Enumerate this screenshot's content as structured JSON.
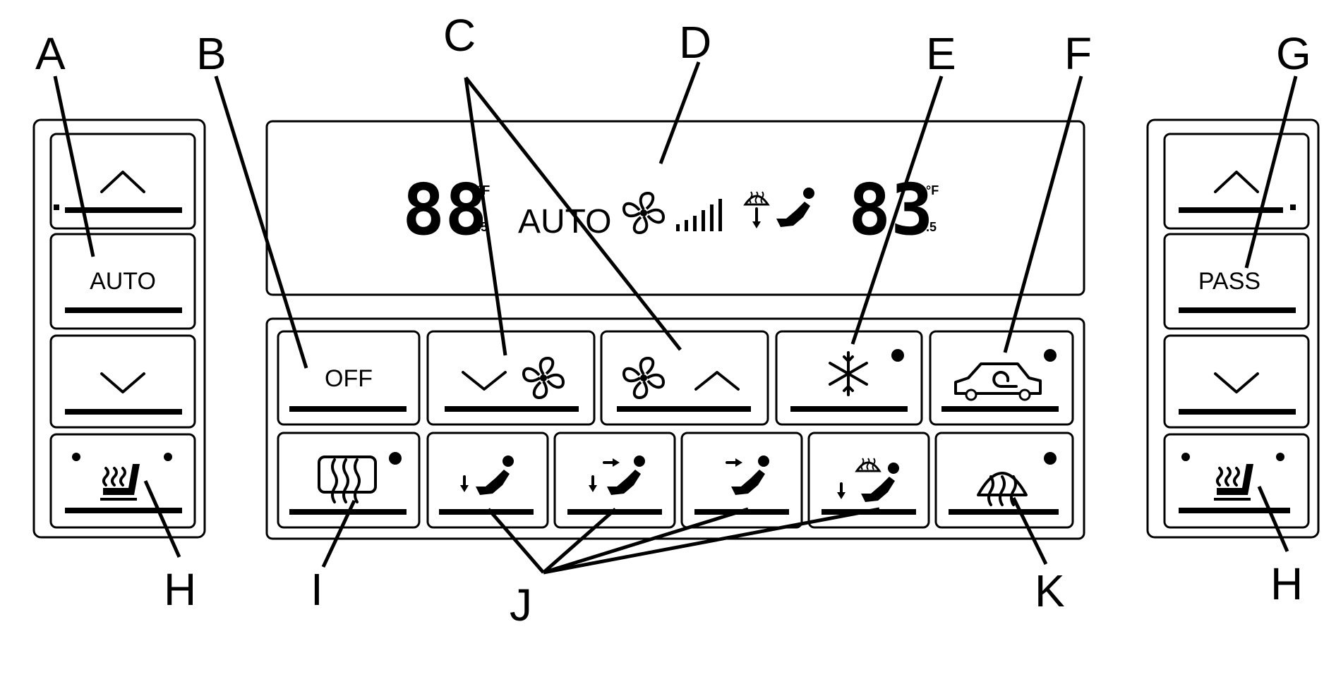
{
  "callouts": {
    "a": "A",
    "b": "B",
    "c": "C",
    "d": "D",
    "e": "E",
    "f": "F",
    "g": "G",
    "h_left": "H",
    "h_right": "H",
    "i": "I",
    "j": "J",
    "k": "K"
  },
  "left_panel": {
    "auto_label": "AUTO"
  },
  "right_panel": {
    "pass_label": "PASS"
  },
  "display": {
    "left_temp": "88",
    "mode_text": "AUTO",
    "right_temp": "83",
    "unit_top": "°F",
    "unit_bottom": ".5"
  },
  "buttons": {
    "off_label": "OFF"
  },
  "icons": [
    "chevron-up-icon",
    "chevron-down-icon",
    "heated-seat-icon",
    "fan-icon",
    "snowflake-icon",
    "recirculation-car-icon",
    "rear-defrost-icon",
    "floor-mode-icon",
    "bilevel-mode-icon",
    "vent-mode-icon",
    "defog-mode-icon",
    "front-defrost-icon",
    "indicator-dot-icon"
  ],
  "colors": {
    "ink": "#000000",
    "background": "#ffffff"
  }
}
